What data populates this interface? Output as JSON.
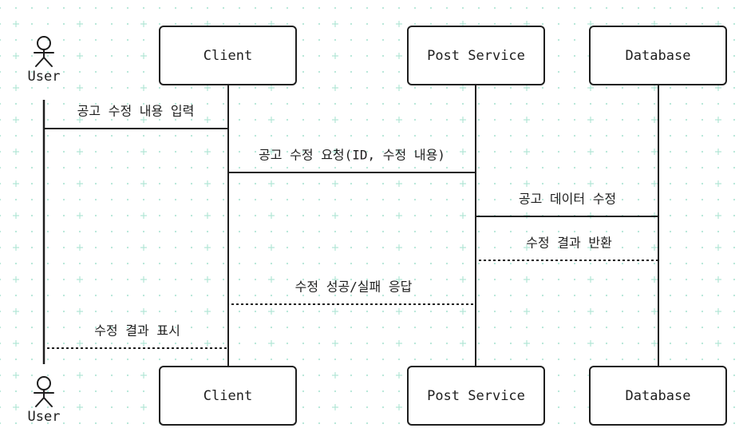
{
  "participants": {
    "user": "User",
    "client": "Client",
    "post_service": "Post Service",
    "database": "Database"
  },
  "messages": [
    {
      "from": "user",
      "to": "client",
      "label": "공고 수정 내용 입력",
      "style": "solid"
    },
    {
      "from": "client",
      "to": "post_service",
      "label": "공고 수정 요청(ID, 수정 내용)",
      "style": "solid"
    },
    {
      "from": "post_service",
      "to": "database",
      "label": "공고 데이터 수정",
      "style": "solid"
    },
    {
      "from": "database",
      "to": "post_service",
      "label": "수정 결과 반환",
      "style": "dashed"
    },
    {
      "from": "post_service",
      "to": "client",
      "label": "수정 성공/실패 응답",
      "style": "dashed"
    },
    {
      "from": "client",
      "to": "user",
      "label": "수정 결과 표시",
      "style": "dashed"
    }
  ],
  "colors": {
    "stroke": "#1e1e1e",
    "grid": "#b2e6d6",
    "background": "#ffffff"
  }
}
